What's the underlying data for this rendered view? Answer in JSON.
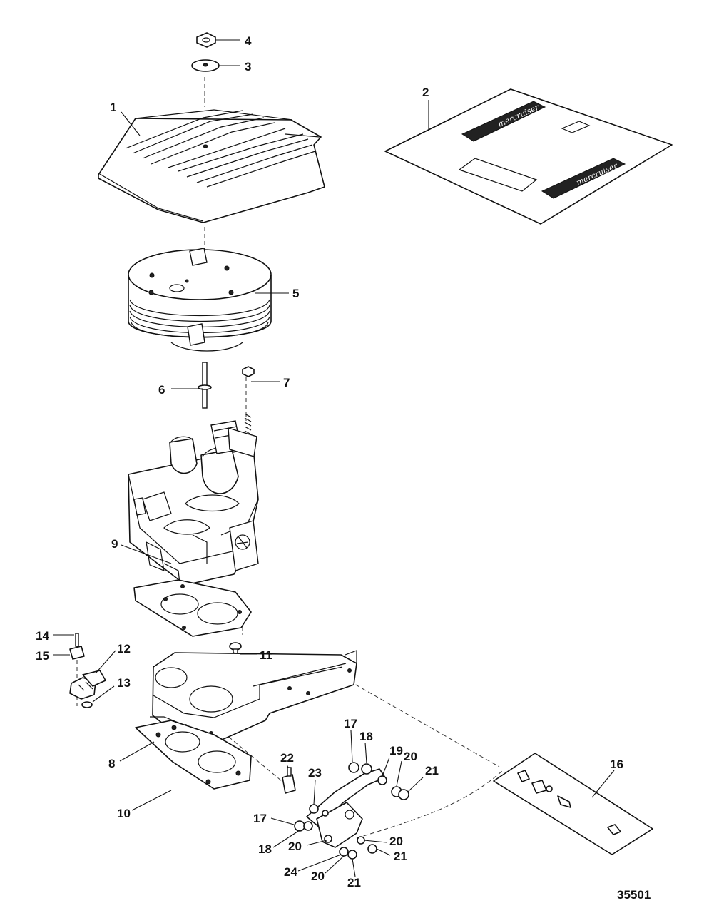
{
  "figure_number": "35501",
  "decal_text": "mercruiser",
  "callouts": [
    "1",
    "2",
    "3",
    "4",
    "5",
    "6",
    "7",
    "8",
    "9",
    "10",
    "11",
    "12",
    "13",
    "14",
    "15",
    "16",
    "17",
    "17",
    "18",
    "18",
    "19",
    "20",
    "20",
    "20",
    "20",
    "21",
    "21",
    "21",
    "22",
    "23",
    "24"
  ]
}
